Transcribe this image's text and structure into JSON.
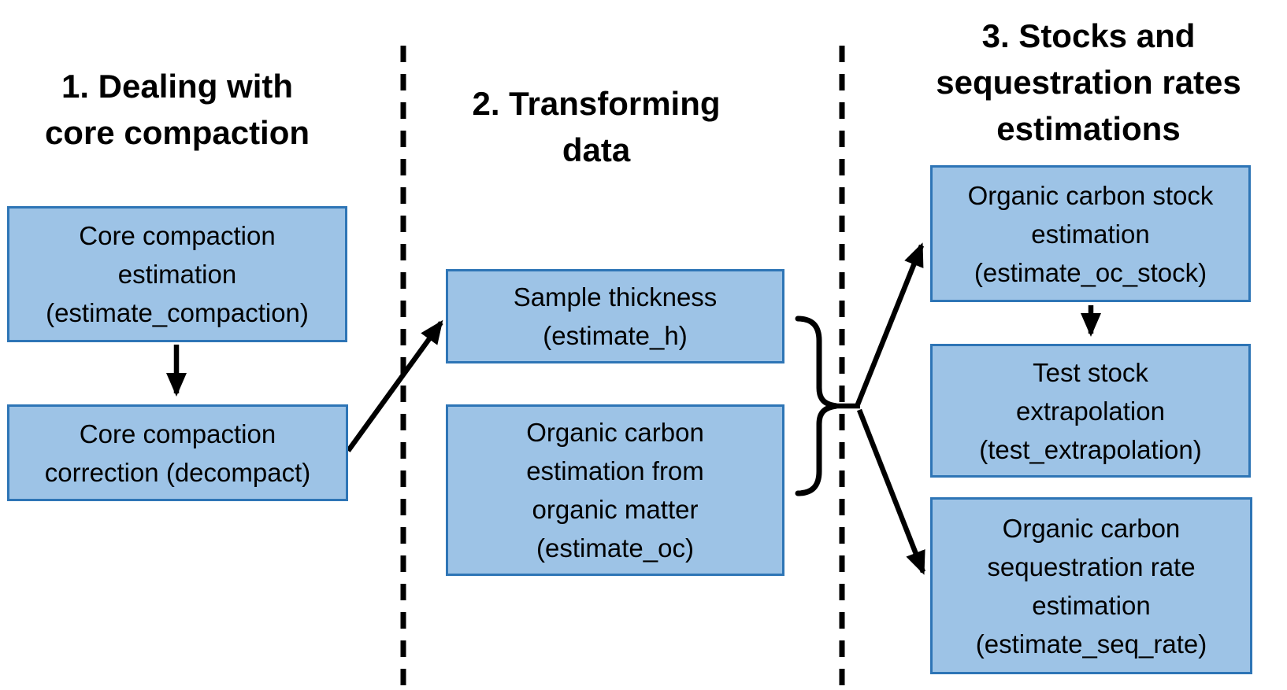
{
  "sections": [
    {
      "heading": "1. Dealing with\ncore compaction",
      "boxes": [
        {
          "label": "Core compaction\nestimation\n(estimate_compaction)"
        },
        {
          "label": "Core compaction\ncorrection (decompact)"
        }
      ]
    },
    {
      "heading": "2. Transforming\ndata",
      "boxes": [
        {
          "label": "Sample thickness\n(estimate_h)"
        },
        {
          "label": "Organic carbon\nestimation from\norganic matter\n(estimate_oc)"
        }
      ]
    },
    {
      "heading": "3. Stocks and\nsequestration rates\nestimations",
      "boxes": [
        {
          "label": "Organic carbon stock\nestimation\n(estimate_oc_stock)"
        },
        {
          "label": "Test stock\nextrapolation\n(test_extrapolation)"
        },
        {
          "label": "Organic carbon\nsequestration rate\nestimation\n(estimate_seq_rate)"
        }
      ]
    }
  ],
  "colors": {
    "box_fill": "#9DC3E6",
    "box_border": "#2E75B6",
    "line": "#000000"
  }
}
